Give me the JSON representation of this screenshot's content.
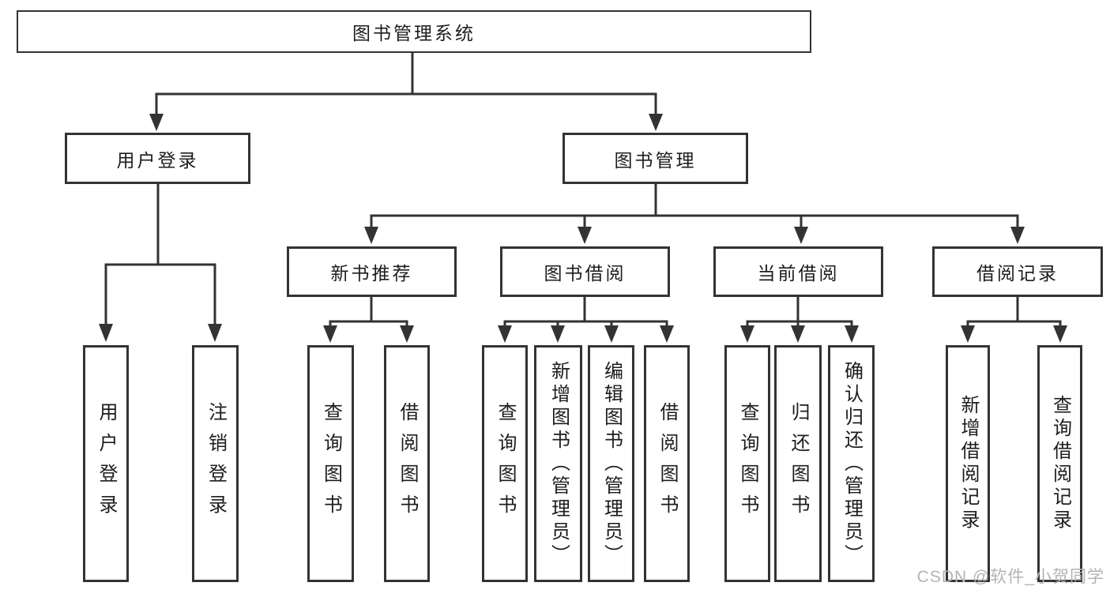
{
  "diagram": {
    "root": {
      "label": "图书管理系统"
    },
    "user_login": {
      "label": "用户登录",
      "children": [
        {
          "label": "用户登录"
        },
        {
          "label": "注销登录"
        }
      ]
    },
    "book_management": {
      "label": "图书管理"
    },
    "modules": [
      {
        "label": "新书推荐",
        "children": [
          {
            "label": "查询图书"
          },
          {
            "label": "借阅图书"
          }
        ]
      },
      {
        "label": "图书借阅",
        "children": [
          {
            "label": "查询图书"
          },
          {
            "label": "新增图书（管理员）"
          },
          {
            "label": "编辑图书（管理员）"
          },
          {
            "label": "借阅图书"
          }
        ]
      },
      {
        "label": "当前借阅",
        "children": [
          {
            "label": "查询图书"
          },
          {
            "label": "归还图书"
          },
          {
            "label": "确认归还（管理员）"
          }
        ]
      },
      {
        "label": "借阅记录",
        "children": [
          {
            "label": "新增借阅记录"
          },
          {
            "label": "查询借阅记录"
          }
        ]
      }
    ]
  },
  "watermark": "CSDN @软件_小贺同学",
  "colors": {
    "line": "#333333",
    "text": "#1d1d1f",
    "watermark": "#b3b3b3",
    "background": "#ffffff"
  }
}
